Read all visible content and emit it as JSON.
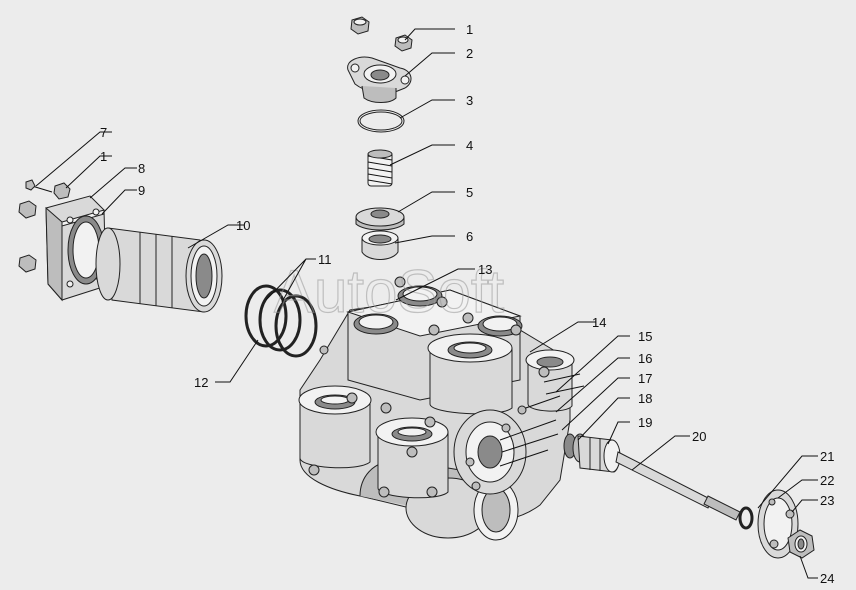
{
  "watermark": "AutoSoft",
  "callouts": [
    {
      "id": "c1a",
      "label": "1"
    },
    {
      "id": "c2",
      "label": "2"
    },
    {
      "id": "c3",
      "label": "3"
    },
    {
      "id": "c4",
      "label": "4"
    },
    {
      "id": "c5",
      "label": "5"
    },
    {
      "id": "c6",
      "label": "6"
    },
    {
      "id": "c7",
      "label": "7"
    },
    {
      "id": "c1b",
      "label": "1"
    },
    {
      "id": "c8",
      "label": "8"
    },
    {
      "id": "c9",
      "label": "9"
    },
    {
      "id": "c10",
      "label": "10"
    },
    {
      "id": "c11",
      "label": "11"
    },
    {
      "id": "c12",
      "label": "12"
    },
    {
      "id": "c13",
      "label": "13"
    },
    {
      "id": "c14",
      "label": "14"
    },
    {
      "id": "c15",
      "label": "15"
    },
    {
      "id": "c16",
      "label": "16"
    },
    {
      "id": "c17",
      "label": "17"
    },
    {
      "id": "c18",
      "label": "18"
    },
    {
      "id": "c19",
      "label": "19"
    },
    {
      "id": "c20",
      "label": "20"
    },
    {
      "id": "c21",
      "label": "21"
    },
    {
      "id": "c22",
      "label": "22"
    },
    {
      "id": "c23",
      "label": "23"
    },
    {
      "id": "c24",
      "label": "24"
    }
  ]
}
